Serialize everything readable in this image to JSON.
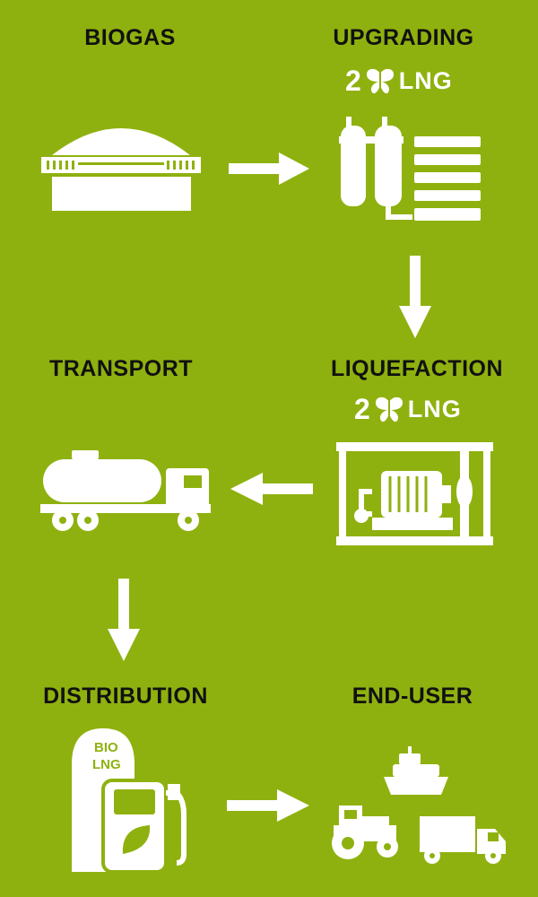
{
  "colors": {
    "background": "#8fb10f",
    "label": "#111111",
    "icon": "#ffffff"
  },
  "steps": {
    "biogas": {
      "label": "BIOGAS",
      "icon": "biogas-dome-icon"
    },
    "upgrading": {
      "label": "UPGRADING",
      "icon": "gas-upgrading-unit-icon"
    },
    "liquefaction": {
      "label": "LIQUEFACTION",
      "icon": "liquefaction-compressor-icon"
    },
    "transport": {
      "label": "TRANSPORT",
      "icon": "tanker-truck-icon"
    },
    "distribution": {
      "label": "DISTRIBUTION",
      "icon": "fuel-pump-icon"
    },
    "end_user": {
      "label": "END-USER",
      "icon": "vehicles-icon"
    }
  },
  "brand": {
    "number": "2",
    "text": "LNG",
    "icon": "butterfly-icon"
  },
  "pump_sign": {
    "line1": "BIO",
    "line2": "LNG"
  }
}
